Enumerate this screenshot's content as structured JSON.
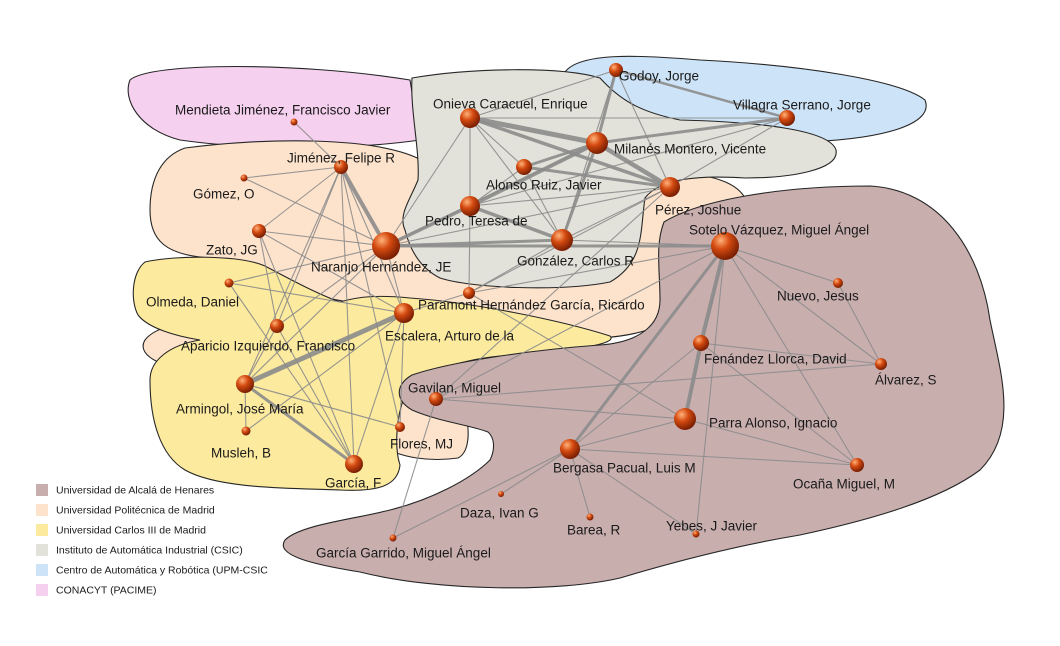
{
  "colors": {
    "Universidad de Alcalá de Henares": "#c9aeae",
    "Universidad Politécnica de Madrid": "#fde3cc",
    "Universidad Carlos III de Madrid": "#fcea9e",
    "Instituto de Automática Industrial (CSIC)": "#e3e2da",
    "Centro de Automática y Robótica (UPM-CSIC": "#cde3f7",
    "CONACYT (PACIME)": "#f5d0ef",
    "edge": "#8c8c8c",
    "node": "#d44a10"
  },
  "legend": [
    "Universidad de Alcalá de Henares",
    "Universidad Politécnica de Madrid",
    "Universidad Carlos III de Madrid",
    "Instituto de Automática Industrial (CSIC)",
    "Centro de Automática y Robótica (UPM-CSIC",
    "CONACYT (PACIME)"
  ],
  "nodes": [
    {
      "id": "godoy",
      "label": "Godoy, Jorge"
    },
    {
      "id": "villagra",
      "label": "Villagra Serrano, Jorge"
    },
    {
      "id": "mendieta",
      "label": "Mendieta Jiménez, Francisco Javier"
    },
    {
      "id": "onieva",
      "label": "Onieva Caracuel, Enrique"
    },
    {
      "id": "milanes",
      "label": "Milanés Montero, Vicente"
    },
    {
      "id": "alonso",
      "label": "Alonso Ruiz, Javier"
    },
    {
      "id": "perez",
      "label": "Pérez, Joshue"
    },
    {
      "id": "pedro",
      "label": "Pedro, Teresa de"
    },
    {
      "id": "gonzalez",
      "label": "González, Carlos R"
    },
    {
      "id": "jimenez",
      "label": "Jiménez, Felipe R"
    },
    {
      "id": "gomez",
      "label": "Gómez, O"
    },
    {
      "id": "zato",
      "label": "Zato, JG"
    },
    {
      "id": "naranjo",
      "label": "Naranjo Hernández, JE"
    },
    {
      "id": "paramont",
      "label": "Paramont Hernández García, Ricardo"
    },
    {
      "id": "sotelo",
      "label": "Sotelo Vázquez, Miguel Ángel"
    },
    {
      "id": "nuevo",
      "label": "Nuevo, Jesus"
    },
    {
      "id": "olmeda",
      "label": "Olmeda, Daniel"
    },
    {
      "id": "escalera",
      "label": "Escalera, Arturo de la"
    },
    {
      "id": "aparicio",
      "label": "Aparicio Izquierdo, Francisco"
    },
    {
      "id": "fernandez",
      "label": "Fenández Llorca, David"
    },
    {
      "id": "alvarez",
      "label": "Álvarez, S"
    },
    {
      "id": "gavilan",
      "label": "Gavilan, Miguel"
    },
    {
      "id": "armingol",
      "label": "Armingol, José María"
    },
    {
      "id": "parra",
      "label": "Parra Alonso, Ignacio"
    },
    {
      "id": "flores",
      "label": "Flores, MJ"
    },
    {
      "id": "musleh",
      "label": "Musleh, B"
    },
    {
      "id": "bergasa",
      "label": "Bergasa Pacual,  Luis M"
    },
    {
      "id": "garcia",
      "label": "García, F"
    },
    {
      "id": "ocana",
      "label": "Ocaña Miguel, M"
    },
    {
      "id": "daza",
      "label": "Daza, Ivan G"
    },
    {
      "id": "barea",
      "label": "Barea, R"
    },
    {
      "id": "yebes",
      "label": "Yebes, J Javier"
    },
    {
      "id": "garciagarrido",
      "label": "García Garrido, Miguel Ángel"
    }
  ],
  "edges": [
    [
      "godoy",
      "villagra"
    ],
    [
      "godoy",
      "onieva"
    ],
    [
      "godoy",
      "milanes"
    ],
    [
      "godoy",
      "perez"
    ],
    [
      "godoy",
      "gonzalez"
    ],
    [
      "villagra",
      "onieva"
    ],
    [
      "villagra",
      "milanes"
    ],
    [
      "villagra",
      "perez"
    ],
    [
      "villagra",
      "pedro"
    ],
    [
      "onieva",
      "milanes"
    ],
    [
      "onieva",
      "alonso"
    ],
    [
      "onieva",
      "perez"
    ],
    [
      "onieva",
      "pedro"
    ],
    [
      "onieva",
      "gonzalez"
    ],
    [
      "onieva",
      "naranjo"
    ],
    [
      "milanes",
      "alonso"
    ],
    [
      "milanes",
      "perez"
    ],
    [
      "milanes",
      "pedro"
    ],
    [
      "milanes",
      "gonzalez"
    ],
    [
      "milanes",
      "naranjo"
    ],
    [
      "alonso",
      "pedro"
    ],
    [
      "alonso",
      "gonzalez"
    ],
    [
      "alonso",
      "perez"
    ],
    [
      "perez",
      "pedro"
    ],
    [
      "perez",
      "gonzalez"
    ],
    [
      "perez",
      "naranjo"
    ],
    [
      "perez",
      "paramont"
    ],
    [
      "perez",
      "gavilan"
    ],
    [
      "pedro",
      "gonzalez"
    ],
    [
      "pedro",
      "naranjo"
    ],
    [
      "pedro",
      "paramont"
    ],
    [
      "gonzalez",
      "naranjo"
    ],
    [
      "gonzalez",
      "paramont"
    ],
    [
      "gonzalez",
      "sotelo"
    ],
    [
      "naranjo",
      "jimenez"
    ],
    [
      "naranjo",
      "zato"
    ],
    [
      "naranjo",
      "gomez"
    ],
    [
      "naranjo",
      "aparicio"
    ],
    [
      "naranjo",
      "olmeda"
    ],
    [
      "naranjo",
      "sotelo"
    ],
    [
      "naranjo",
      "escalera"
    ],
    [
      "jimenez",
      "zato"
    ],
    [
      "jimenez",
      "aparicio"
    ],
    [
      "jimenez",
      "armingol"
    ],
    [
      "jimenez",
      "garcia"
    ],
    [
      "jimenez",
      "flores"
    ],
    [
      "jimenez",
      "gomez"
    ],
    [
      "jimenez",
      "escalera"
    ],
    [
      "zato",
      "aparicio"
    ],
    [
      "zato",
      "garcia"
    ],
    [
      "zato",
      "escalera"
    ],
    [
      "olmeda",
      "escalera"
    ],
    [
      "olmeda",
      "garcia"
    ],
    [
      "aparicio",
      "armingol"
    ],
    [
      "aparicio",
      "garcia"
    ],
    [
      "escalera",
      "armingol"
    ],
    [
      "escalera",
      "garcia"
    ],
    [
      "escalera",
      "flores"
    ],
    [
      "escalera",
      "musleh"
    ],
    [
      "escalera",
      "paramont"
    ],
    [
      "armingol",
      "musleh"
    ],
    [
      "armingol",
      "garcia"
    ],
    [
      "armingol",
      "flores"
    ],
    [
      "armingol",
      "naranjo"
    ],
    [
      "paramont",
      "sotelo"
    ],
    [
      "paramont",
      "parra"
    ],
    [
      "sotelo",
      "nuevo"
    ],
    [
      "sotelo",
      "alvarez"
    ],
    [
      "sotelo",
      "fernandez"
    ],
    [
      "sotelo",
      "parra"
    ],
    [
      "sotelo",
      "bergasa"
    ],
    [
      "sotelo",
      "ocana"
    ],
    [
      "sotelo",
      "gavilan"
    ],
    [
      "sotelo",
      "yebes"
    ],
    [
      "fernandez",
      "parra"
    ],
    [
      "fernandez",
      "bergasa"
    ],
    [
      "fernandez",
      "ocana"
    ],
    [
      "fernandez",
      "alvarez"
    ],
    [
      "nuevo",
      "alvarez"
    ],
    [
      "gavilan",
      "parra"
    ],
    [
      "gavilan",
      "alvarez"
    ],
    [
      "gavilan",
      "garciagarrido"
    ],
    [
      "parra",
      "bergasa"
    ],
    [
      "parra",
      "ocana"
    ],
    [
      "bergasa",
      "ocana"
    ],
    [
      "bergasa",
      "daza"
    ],
    [
      "bergasa",
      "barea"
    ],
    [
      "bergasa",
      "yebes"
    ],
    [
      "bergasa",
      "garciagarrido"
    ],
    [
      "mendieta",
      "jimenez"
    ]
  ]
}
